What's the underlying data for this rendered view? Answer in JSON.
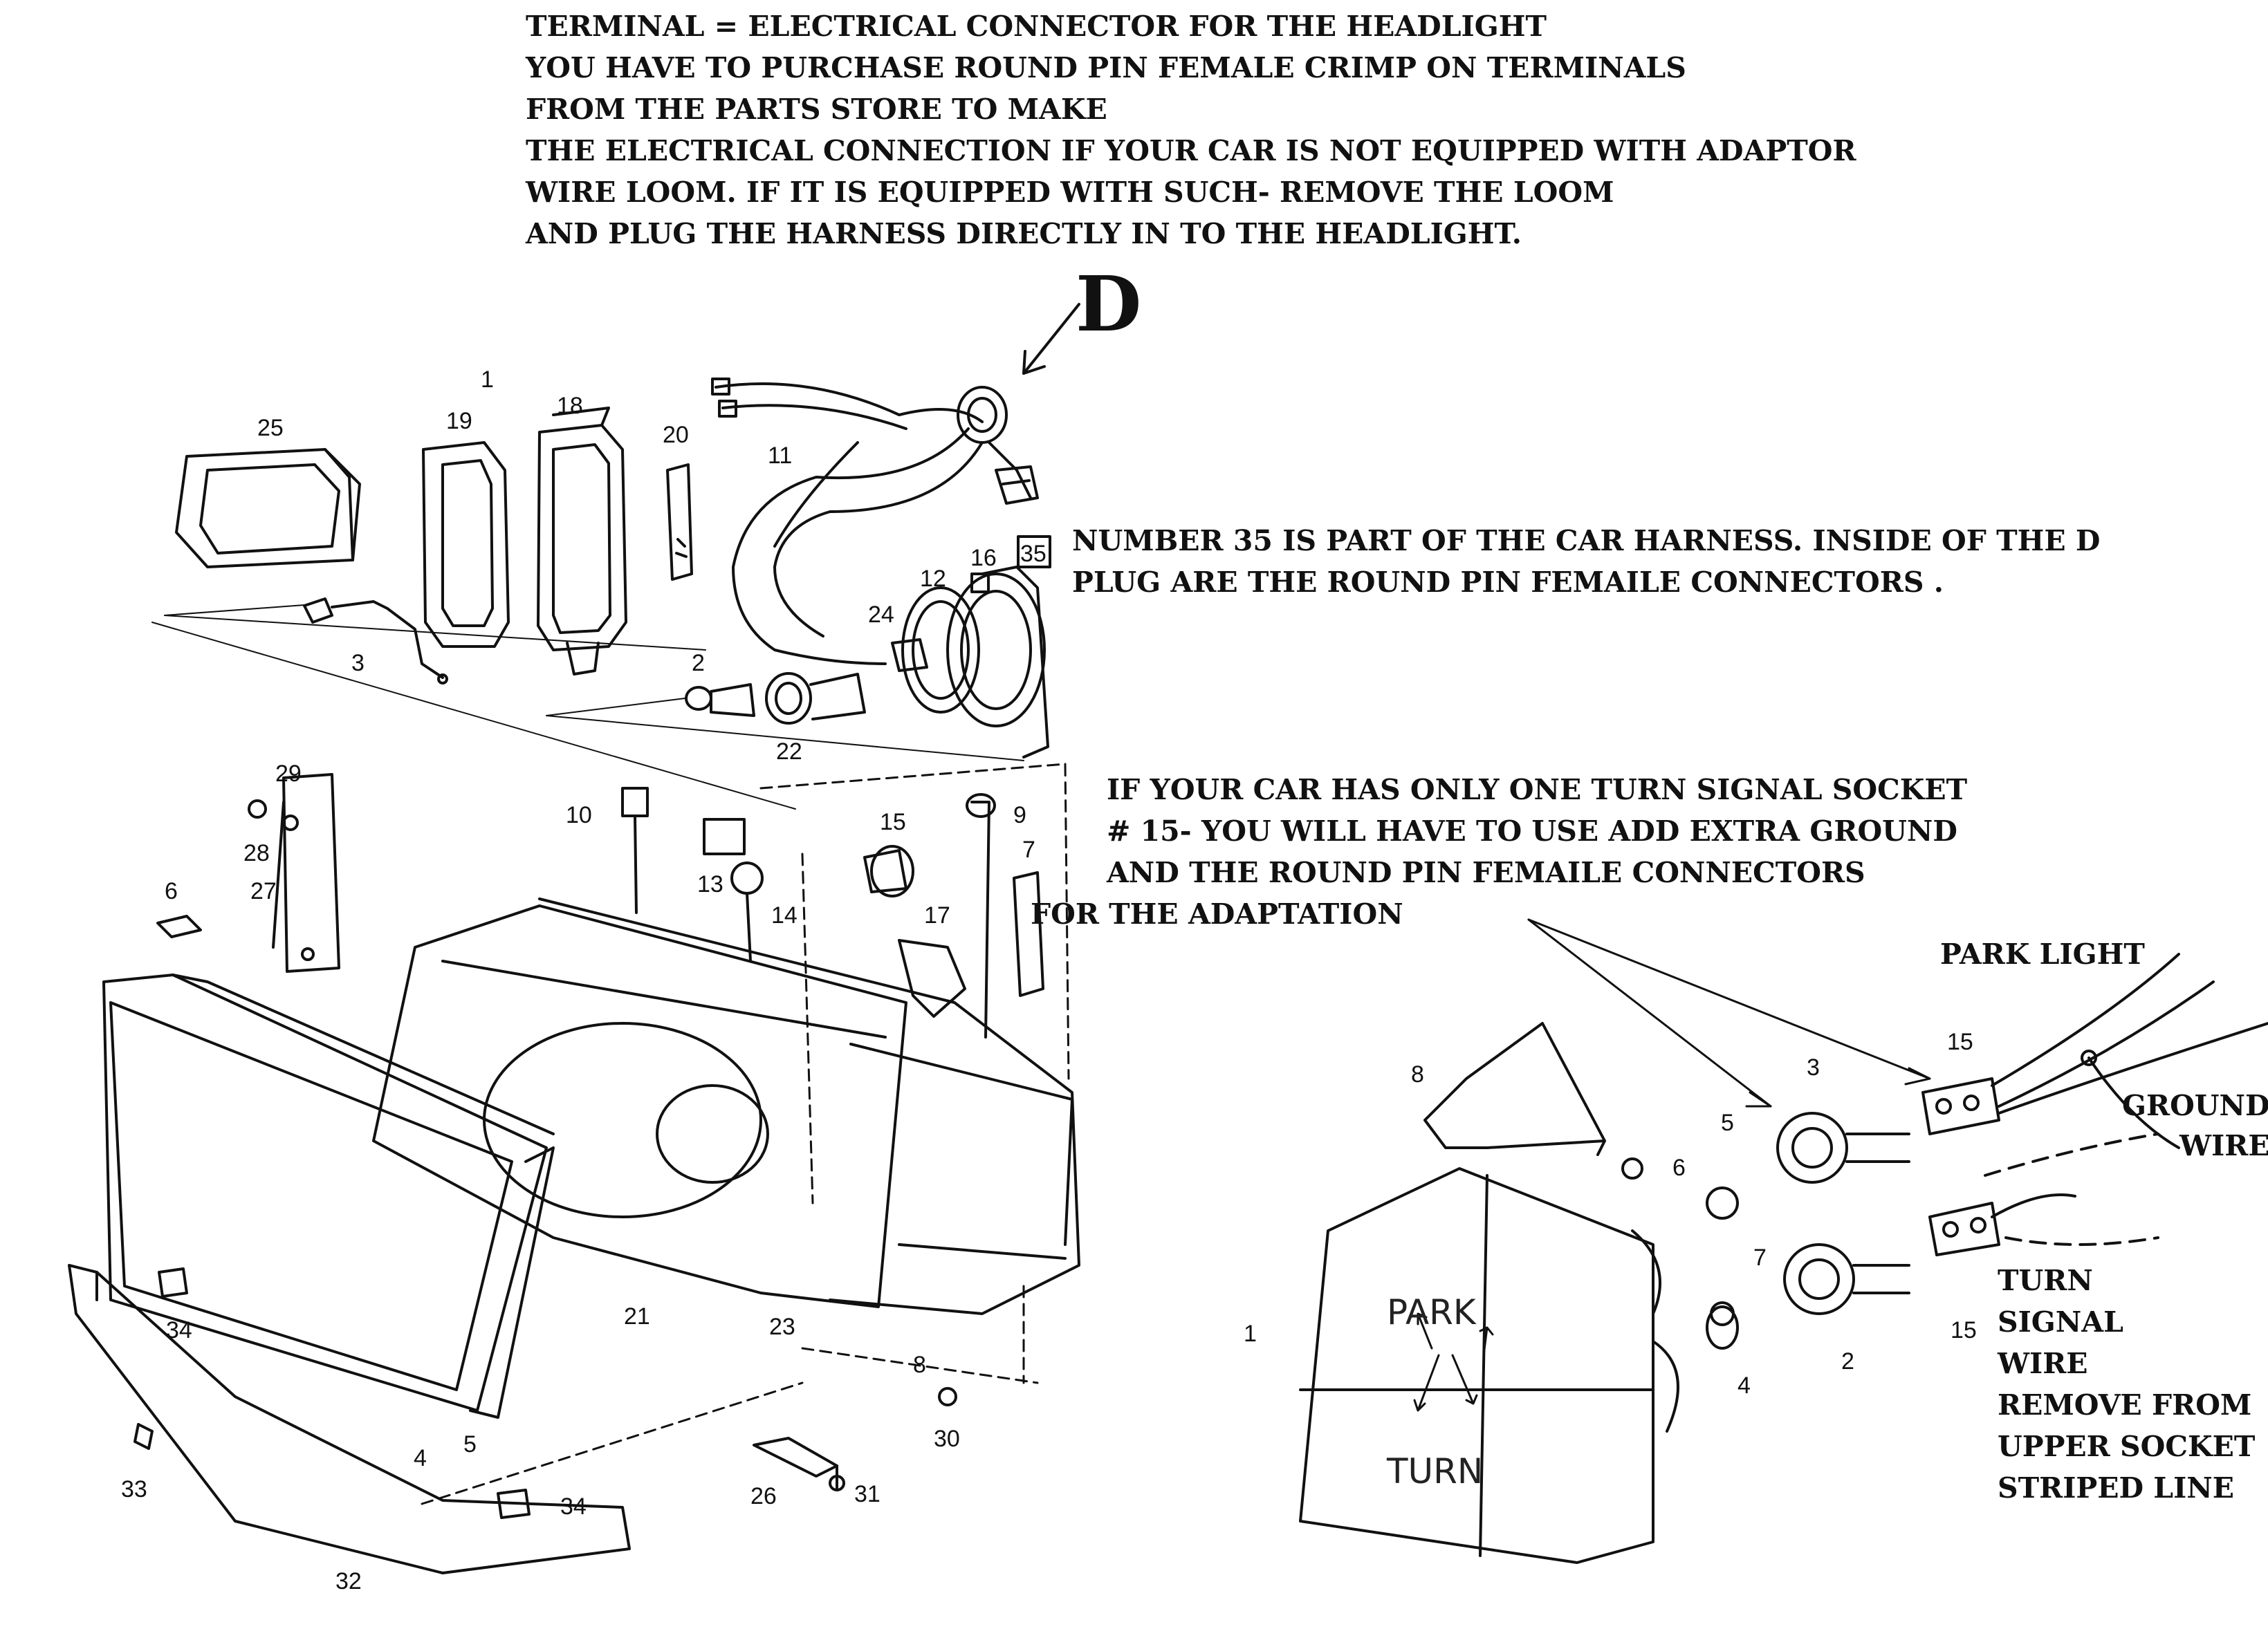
{
  "notes": {
    "top": [
      "TERMINAL = ELECTRICAL CONNECTOR FOR THE HEADLIGHT",
      "YOU HAVE TO PURCHASE ROUND PIN FEMALE CRIMP ON TERMINALS",
      "FROM THE PARTS STORE TO MAKE",
      "THE  ELECTRICAL CONNECTION IF YOUR CAR IS NOT  EQUIPPED WITH ADAPTOR",
      "WIRE LOOM. IF IT IS EQUIPPED WITH SUCH- REMOVE THE LOOM",
      "AND PLUG THE HARNESS DIRECTLY IN TO THE HEADLIGHT."
    ],
    "d_label": "D",
    "part35": [
      "NUMBER 35 IS PART OF THE CAR HARNESS. INSIDE OF THE  D",
      "PLUG ARE THE  ROUND PIN    FEMAILE CONNECTORS ."
    ],
    "turn_signal": [
      "IF YOUR CAR HAS ONLY ONE TURN SIGNAL SOCKET",
      "# 15- YOU WILL HAVE TO USE  ADD EXTRA  GROUND",
      "AND THE  ROUND PIN    FEMAILE CONNECTORS",
      "FOR THE ADAPTATION"
    ],
    "park_light": "PARK LIGHT",
    "ground_wire": [
      "GROUND",
      "WIRE"
    ],
    "turn_signal_wire": [
      "TURN",
      "SIGNAL",
      "WIRE",
      "REMOVE FROM",
      "UPPER SOCKET",
      "STRIPED LINE"
    ]
  },
  "handwritten": {
    "park": "PARK",
    "turn": "TURN"
  },
  "headlight_parts": [
    "1",
    "2",
    "3",
    "4",
    "5",
    "6",
    "7",
    "8",
    "9",
    "10",
    "11",
    "12",
    "13",
    "14",
    "15",
    "16",
    "17",
    "18",
    "19",
    "20",
    "21",
    "22",
    "23",
    "24",
    "25",
    "26",
    "27",
    "28",
    "29",
    "30",
    "31",
    "32",
    "33",
    "34",
    "34",
    "35"
  ],
  "corner_light_parts": [
    "1",
    "2",
    "3",
    "4",
    "5",
    "6",
    "7",
    "8",
    "15",
    "15"
  ]
}
